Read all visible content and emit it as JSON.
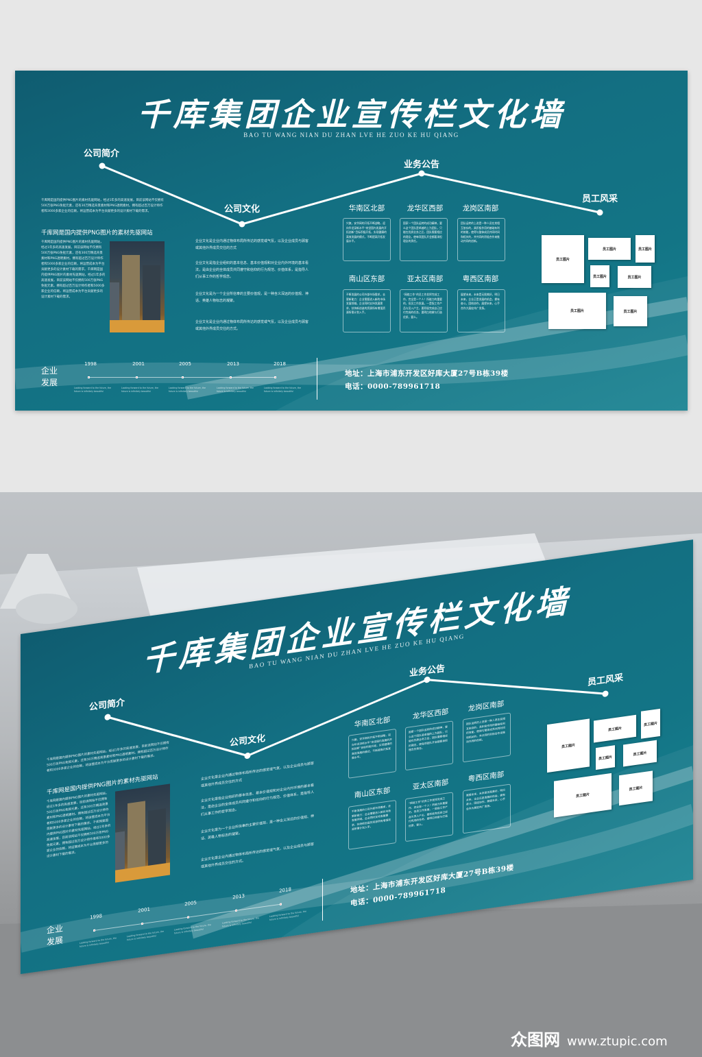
{
  "board": {
    "title": "千库集团企业宣传栏文化墙",
    "subtitle": "BAO TU WANG NIAN DU ZHAN LVE HE ZUO KE HU QIANG",
    "sections": [
      "公司简介",
      "公司文化",
      "业务公告",
      "员工风采"
    ],
    "intro": {
      "paragraph": "千库网是国内提供PNG图片的素材先驱网站，经过1年多的高速发展，目前该网站不仅拥有500万张PNG免抠元素，还有30万精选背景素材和PNG透明素材。拥有超过百万设计师作者和3000多家企业的信赖，将运营成本为平台贡献更多的设计素材下载的需求。",
      "heading": "千库网是国内提供PNG图片的素材先驱网站",
      "body": "千库网是国内提供PNG图片的素材先驱网站，经过1年多的高速发展，目前该网站不仅拥有500万张PNG免抠元素，还有300万精选背景素材和PNG透明素材。拥有超过百万设计师作者和5000多家企业的信赖，将运营成本为平台贡献更多的设计素材下载的需求。千库网是国内提供PNG图片的素材先驱网站，经过1年多的高速发展，目前该网站不仅拥有500万张PNG免抠元素。拥有超过百万设计师作者和5000多家企业的信赖，将运营成本为平台贡献更多的设计素材下载的需求。"
    },
    "culture": [
      "企业文化是企业内通过物体布局所传达的感觉或气氛，以及企业成员与顾客或其他外界成员交往的方式",
      "企业文化是指企业组织的基本信息、基本价值观和对企业内外环境的基本看法，是由企业的全体成员共同遵守和信仰的行为规范、价值体系，是指导人们从事工作的哲学观念。",
      "企业文化是为一个企业所信奉的主要价值观，是一种含义深远的价值观、神话、英雄人物标志的凝聚。",
      "企业文化是企业内通过物体布局所传达的感觉或气氛，以及企业成员与顾客或其他外界成员交往的方式。"
    ],
    "regions": [
      {
        "name": "华南区北部",
        "text": "兴旗，安华网的开拓不断战略，迎向华龙深新水平“攻坚国内发展的开拓创新”目标积极开拓，实现健康的高效发展的模式，不断提高开拓发展水平。"
      },
      {
        "name": "龙华区西部",
        "text": "国家一个团队运转的成功精神，要么这个团队是卓越的上为团队，只能在优质业务之后，团队需要相应的理念，使每项团队开会都要承担理念的责任。"
      },
      {
        "name": "龙岗区南部",
        "text": "团队运转的上进是一种人员在其相互依存的，具积极作用的基础有利的效能，使得与整体成员共同时间和相关的，并共同的积极合作来推动共同的创新。"
      },
      {
        "name": "南山区东部",
        "text": "不断发展的公司外部市场需求，去更新能力：企业需要进入新的市场发展领域。企业同时支持发展需求，扶持新创造的资源所有增强资源所需计划入手。"
      },
      {
        "name": "亚太区南部",
        "text": "“网络工作”的员工作发挥完成工作，完全是一个人！所能力的重要的，但员工作发展，一是指工作产品与员入户主，要积极完成自己应付完成的任务，要明白地做与打造优质，要么。"
      },
      {
        "name": "粤西区南部",
        "text": "展望未来，未来是无限美好，明日未来，企业正是发展的机会，拥有奋斗，团结协作，展望未来，心手合作大展宏伟广发扬。"
      }
    ],
    "photo_label": "员工图片",
    "timeline": {
      "label": "企业发展",
      "years": [
        "1998",
        "2001",
        "2005",
        "2013",
        "2018"
      ],
      "caption": "Looking forward to the future, the future is infinitely beautiful"
    },
    "contact": {
      "address": "地址：上海市浦东开发区好库大厦27号B栋39楼",
      "phone": "电话：0000-789961718"
    }
  },
  "watermark": {
    "logo": "众图网",
    "url": "www.ztupic.com"
  },
  "colors": {
    "board": "#137080",
    "background": "#e7e7e7",
    "line": "#ffffff",
    "timeline_dot": "#ff6a6a"
  }
}
